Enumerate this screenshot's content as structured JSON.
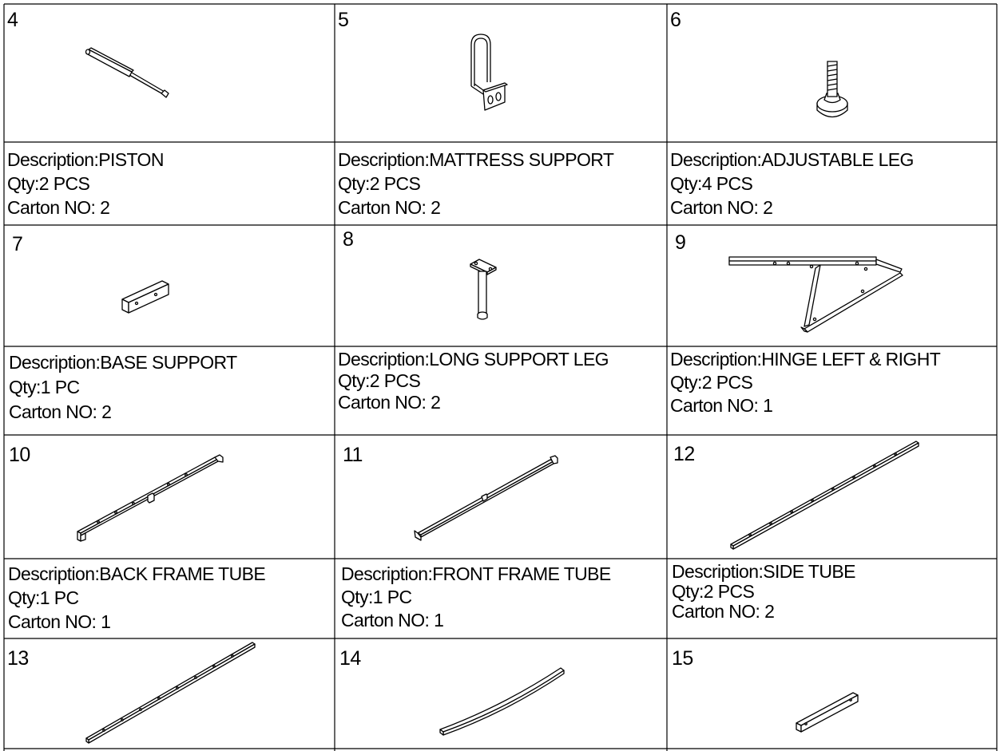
{
  "parts": [
    {
      "number": "4",
      "description": "Description:PISTON",
      "qty": "Qty:2 PCS",
      "carton": "Carton NO: 2",
      "icon": "piston-icon"
    },
    {
      "number": "5",
      "description": "Description:MATTRESS SUPPORT",
      "qty": "Qty:2 PCS",
      "carton": "Carton NO: 2",
      "icon": "mattress-support-icon"
    },
    {
      "number": "6",
      "description": "Description:ADJUSTABLE LEG",
      "qty": "Qty:4 PCS",
      "carton": "Carton NO: 2",
      "icon": "adjustable-leg-icon"
    },
    {
      "number": "7",
      "description": "Description:BASE SUPPORT",
      "qty": "Qty:1 PC",
      "carton": "Carton NO: 2",
      "icon": "base-support-icon"
    },
    {
      "number": "8",
      "description": "Description:LONG SUPPORT LEG",
      "qty": "Qty:2 PCS",
      "carton": "Carton NO: 2",
      "icon": "long-support-leg-icon"
    },
    {
      "number": "9",
      "description": "Description:HINGE LEFT & RIGHT",
      "qty": "Qty:2 PCS",
      "carton": "Carton NO: 1",
      "icon": "hinge-icon"
    },
    {
      "number": "10",
      "description": "Description:BACK FRAME TUBE",
      "qty": "Qty:1 PC",
      "carton": "Carton NO: 1",
      "icon": "back-frame-tube-icon"
    },
    {
      "number": "11",
      "description": "Description:FRONT FRAME TUBE",
      "qty": "Qty:1 PC",
      "carton": "Carton NO: 1",
      "icon": "front-frame-tube-icon"
    },
    {
      "number": "12",
      "description": "Description:SIDE TUBE",
      "qty": "Qty:2 PCS",
      "carton": "Carton NO: 2",
      "icon": "side-tube-icon"
    },
    {
      "number": "13",
      "description": "",
      "qty": "",
      "carton": "",
      "icon": "tube-icon"
    },
    {
      "number": "14",
      "description": "",
      "qty": "",
      "carton": "",
      "icon": "slat-icon"
    },
    {
      "number": "15",
      "description": "",
      "qty": "",
      "carton": "",
      "icon": "short-tube-icon"
    }
  ]
}
